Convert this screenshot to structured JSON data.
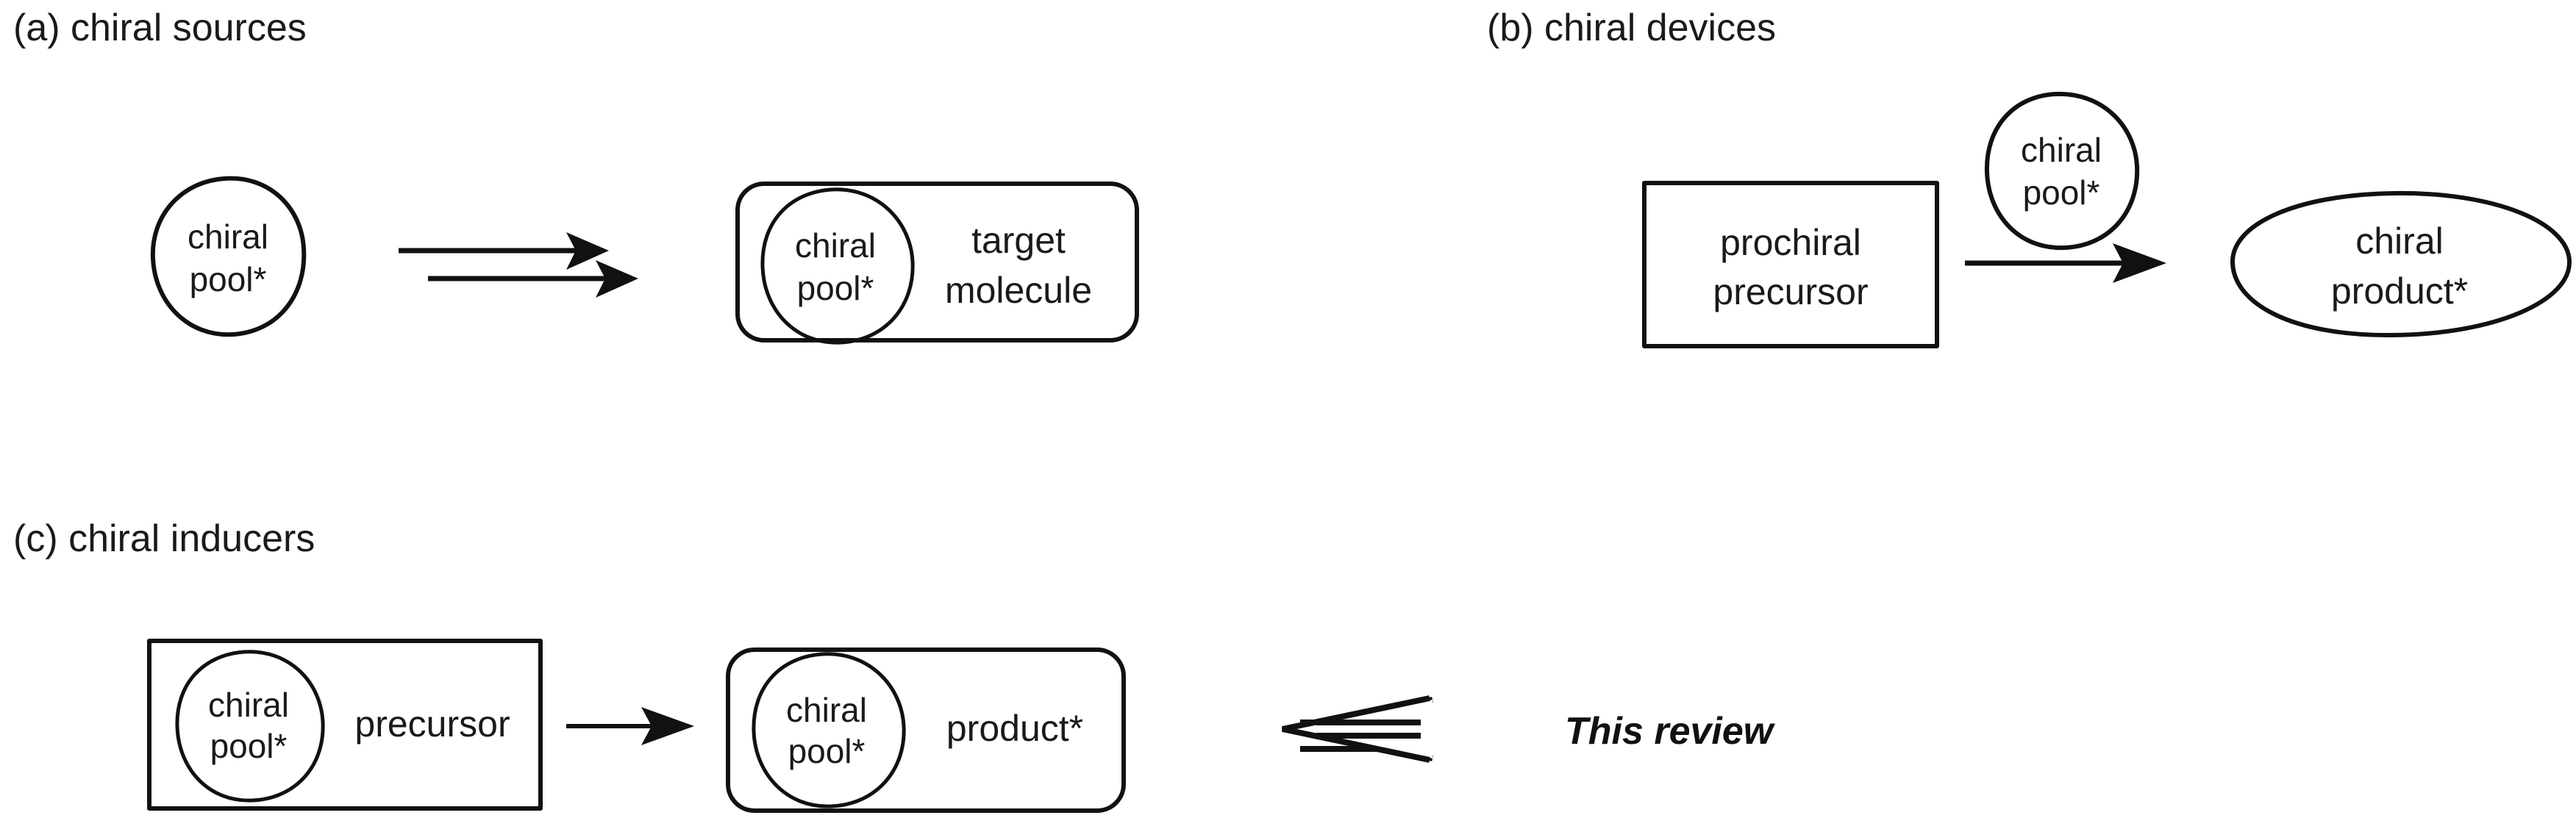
{
  "figure": {
    "background_color": "#ffffff",
    "ink_color": "#111111",
    "text_color": "#1a1a1a"
  },
  "panels": [
    {
      "id": "a",
      "label": "(a) chiral sources",
      "nodes": {
        "source_circle": {
          "line1": "chiral",
          "line2": "pool*"
        },
        "target_box": {
          "pool_line1": "chiral",
          "pool_line2": "pool*",
          "label_line1": "target",
          "label_line2": "molecule"
        }
      },
      "arrow": {
        "name": "double-arrow-right",
        "count": 2,
        "direction": "right",
        "style": "filled-head"
      }
    },
    {
      "id": "b",
      "label": "(b) chiral devices",
      "nodes": {
        "precursor_box": {
          "line1": "prochiral",
          "line2": "precursor"
        },
        "catalyst_circle": {
          "line1": "chiral",
          "line2": "pool*"
        },
        "product_ellipse": {
          "line1": "chiral",
          "line2": "product*"
        }
      },
      "arrow": {
        "name": "arrow-right",
        "count": 1,
        "direction": "right",
        "style": "filled-head"
      }
    },
    {
      "id": "c",
      "label": "(c) chiral inducers",
      "nodes": {
        "precursor_box": {
          "pool_line1": "chiral",
          "pool_line2": "pool*",
          "label": "precursor"
        },
        "product_box": {
          "pool_line1": "chiral",
          "pool_line2": "pool*",
          "label": "product*"
        }
      },
      "arrow": {
        "name": "arrow-right",
        "count": 1,
        "direction": "right",
        "style": "filled-head"
      },
      "callout": {
        "arrow": {
          "name": "hollow-arrow-left",
          "direction": "left",
          "style": "open-outline-head"
        },
        "text": "This review"
      }
    }
  ]
}
